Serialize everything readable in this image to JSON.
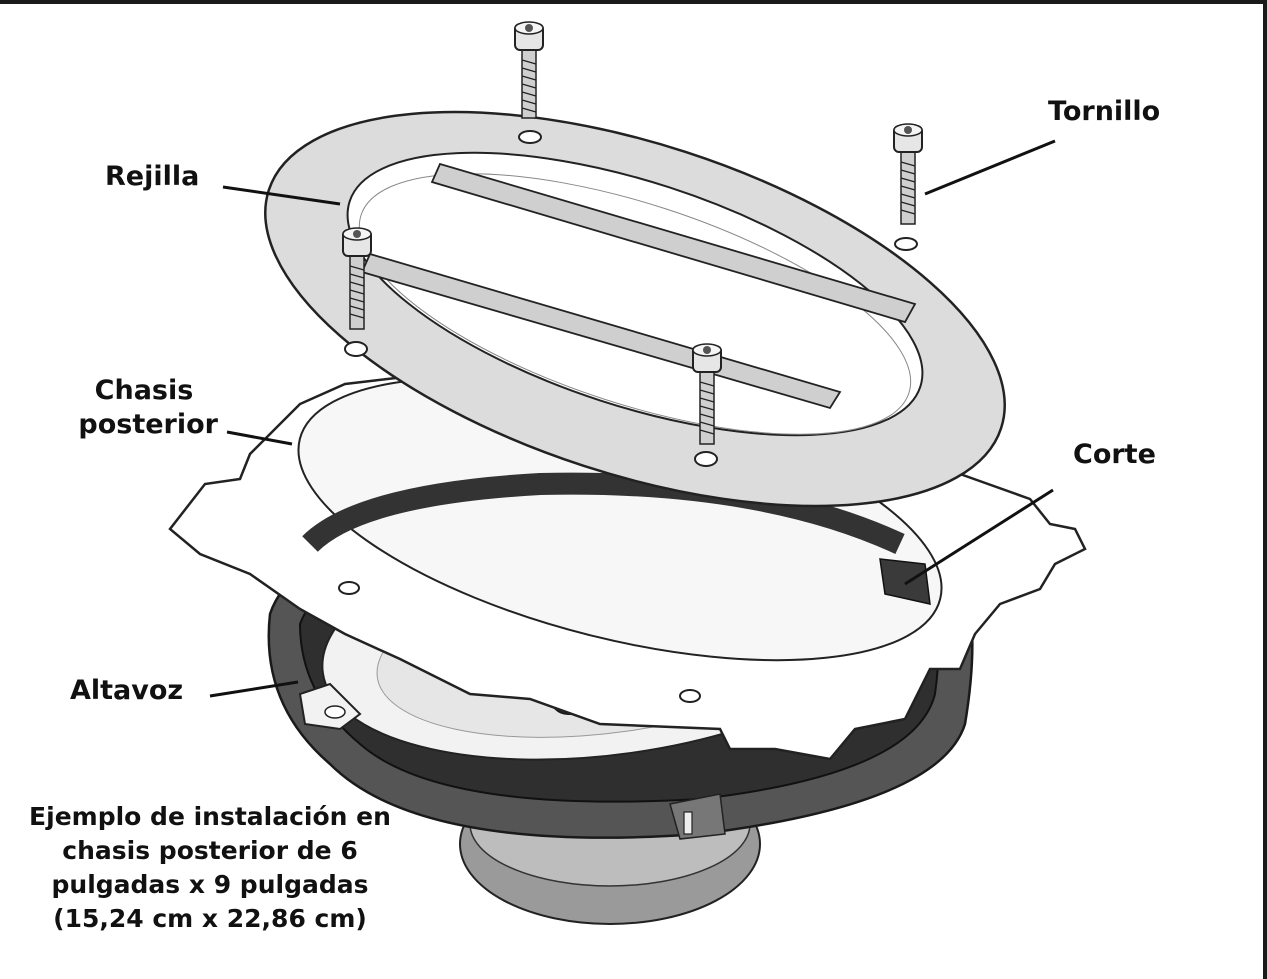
{
  "labels": {
    "rejilla": "Rejilla",
    "tornillo": "Tornillo",
    "chasis_line1": "Chasis",
    "chasis_line2": "posterior",
    "corte": "Corte",
    "altavoz": "Altavoz"
  },
  "caption": {
    "line1": "Ejemplo de instalación en",
    "line2": "chasis posterior de 6",
    "line3": "pulgadas x 9 pulgadas",
    "line4": "(15,24 cm x 22,86 cm)"
  },
  "colors": {
    "grille": "#dcdcdc",
    "speaker_dark": "#4a4a4a",
    "speaker_ring": "#2e2e2e",
    "chassis": "#ffffff",
    "outline": "#222222",
    "frame": "#1a1a1a"
  }
}
